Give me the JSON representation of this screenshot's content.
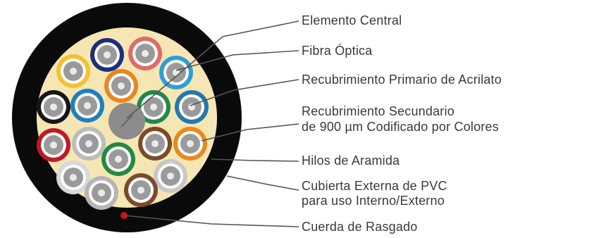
{
  "labels": {
    "central": "Elemento Central",
    "fiber": "Fibra Óptica",
    "primary": "Recubrimiento Primario de Acrilato",
    "secondary_1": "Recubrimiento Secundario",
    "secondary_2": "de 900 µm Codificado por Colores",
    "aramid": "Hilos de Aramida",
    "jacket_1": "Cubierta Externa de PVC",
    "jacket_2": "para uso Interno/Externo",
    "ripcord": "Cuerda de Rasgado"
  },
  "colors": {
    "jacket": "#0a0a0a",
    "filler": "#f5e6b4",
    "central_member": "#8c8c8c",
    "ripcord": "#cc1111",
    "buffers": [
      "#1d2f7a",
      "#e06a6a",
      "#f2c230",
      "#2b9fd8",
      "#e8861f",
      "#161616",
      "#1f7fc0",
      "#1f8a4a",
      "#2676b0",
      "#c01828",
      "#bdbdbd",
      "#7a4a2a",
      "#e88a1c",
      "#d8d8d8",
      "#238a3f",
      "#c8c8c8",
      "#b5b5b5",
      "#7b4b2d"
    ]
  }
}
